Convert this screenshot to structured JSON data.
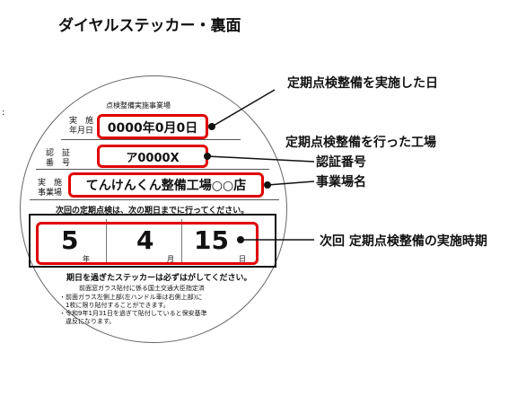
{
  "title": "ダイヤルステッカー・裏面",
  "sticker": {
    "header": "点検整備実施事業場",
    "date_label_1": "実　施",
    "date_label_2": "年月日",
    "date_value": "0000年0月0日",
    "cert_label_1": "認　証",
    "cert_label_2": "番　号",
    "cert_value": "ア0000X",
    "biz_label_1": "実　施",
    "biz_label_2": "事業場",
    "biz_value": "てんけんくん整備工場○○店",
    "next_note": "次回の定期点検は、次の期日までに行ってください。",
    "year_digit": "5",
    "year_unit": "年",
    "month_digit": "4",
    "month_unit": "月",
    "day_digit": "15",
    "day_unit": "日",
    "warning": "期日を過ぎたステッカーは必ずはがしてください。",
    "note1": "前面窓ガラス貼付に係る国土交通大臣指定済",
    "note2": "・前面ガラス左側上部(左ハンドル車は右側上部)に",
    "note3": "　1枚に限り貼付することができます。",
    "note4": "・令和9年1月31日を過ぎて貼付していると保安基準",
    "note5": "　違反になります。"
  },
  "callouts": {
    "date": "定期点検整備を実施した日",
    "factory": "定期点検整備を行った工場",
    "cert": "認証番号",
    "biz": "事業場名",
    "next": "次回 定期点検整備の実施時期"
  },
  "colors": {
    "highlight": "#e00000",
    "text": "#111111"
  }
}
